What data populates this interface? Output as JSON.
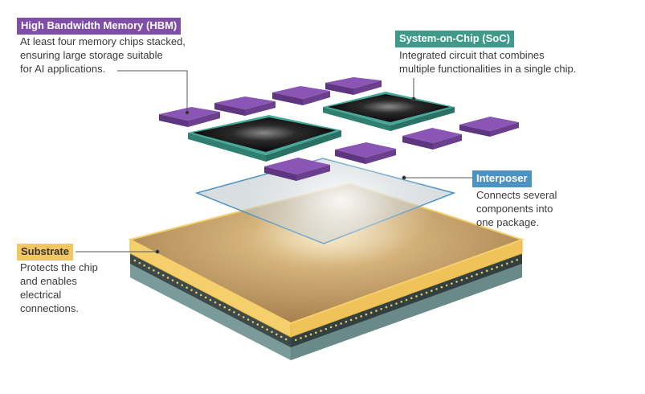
{
  "colors": {
    "hbm": "#7f4fa7",
    "soc": "#3f9a8a",
    "interposer": "#4e92c2",
    "substrate": "#f2c661",
    "leader": "#555555"
  },
  "labels": {
    "hbm": {
      "title": "High Bandwidth Memory (HBM)",
      "lines": [
        "At least four memory chips stacked,",
        "ensuring large storage suitable",
        "for AI applications."
      ]
    },
    "soc": {
      "title": "System-on-Chip (SoC)",
      "lines": [
        "Integrated circuit that combines",
        "multiple functionalities in a single chip."
      ]
    },
    "interposer": {
      "title": "Interposer",
      "lines": [
        "Connects several",
        "components into",
        "one package."
      ]
    },
    "substrate": {
      "title": "Substrate",
      "lines": [
        "Protects the chip",
        "and enables",
        "electrical",
        "connections."
      ]
    }
  }
}
